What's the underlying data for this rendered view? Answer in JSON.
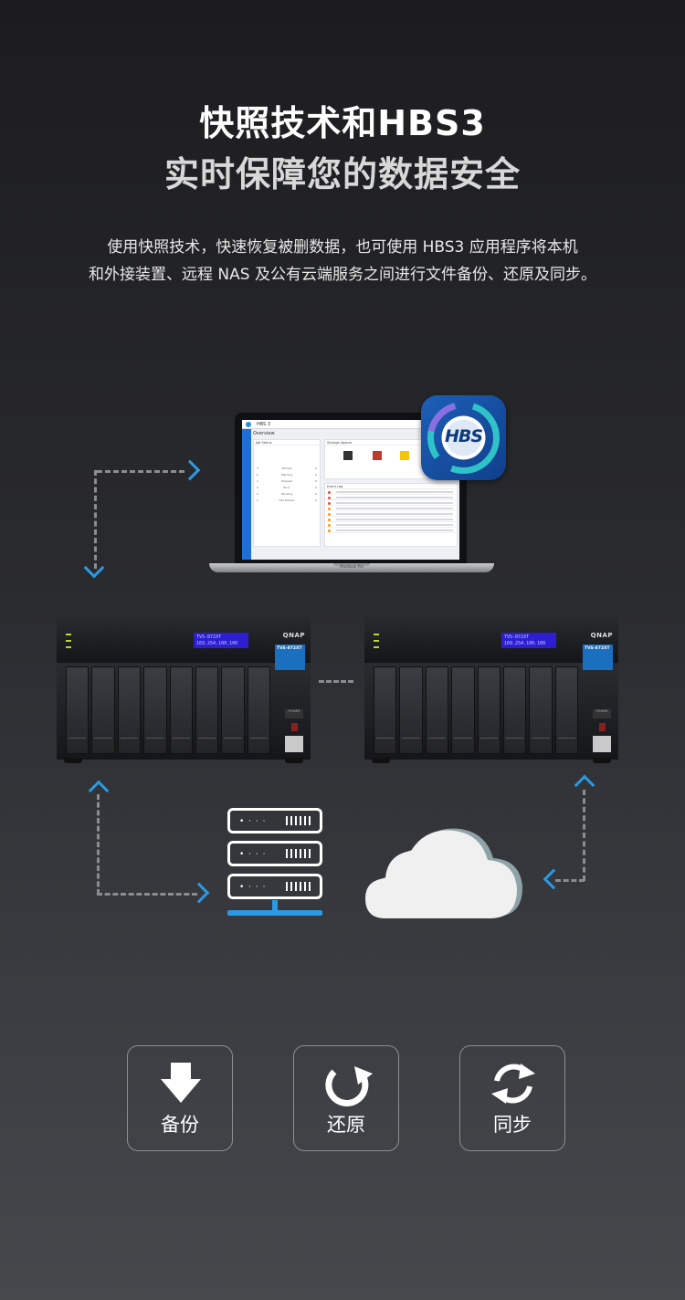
{
  "header": {
    "title_line1": "快照技术和HBS3",
    "title_line2": "实时保障您的数据安全"
  },
  "description": {
    "line1": "使用快照技术，快速恢复被删数据，也可使用 HBS3 应用程序将本机",
    "line2": "和外接装置、远程 NAS 及公有云端服务之间进行文件备份、还原及同步。"
  },
  "laptop": {
    "app_title": "HBS 3",
    "overview": "Overview",
    "job_status": "Job Status",
    "storage_spaces": "Storage Spaces",
    "event_log": "Event Log",
    "device_label": "MacBook Pro",
    "status_rows": [
      "Normal",
      "Warning",
      "Stopped",
      "Error",
      "Pending",
      "Not started"
    ]
  },
  "hbs_icon": {
    "text": "HBS"
  },
  "nas_left": {
    "brand": "QNAP",
    "lcd_line1": "TVS-872XT",
    "lcd_line2": "169.254.100.100",
    "model": "TVS-872XT",
    "power": "POWER"
  },
  "nas_right": {
    "brand": "QNAP",
    "lcd_line1": "TVS-872XT",
    "lcd_line2": "169.254.100.100",
    "model": "TVS-872XT",
    "power": "POWER"
  },
  "server": {
    "dots": "• · · ·"
  },
  "actions": [
    {
      "label": "备份",
      "icon": "download-arrow-icon"
    },
    {
      "label": "还原",
      "icon": "restore-icon"
    },
    {
      "label": "同步",
      "icon": "sync-icon"
    }
  ],
  "colors": {
    "accent": "#2a9ae6",
    "background_top": "#1c1c1f",
    "background_bottom": "#46484c"
  }
}
